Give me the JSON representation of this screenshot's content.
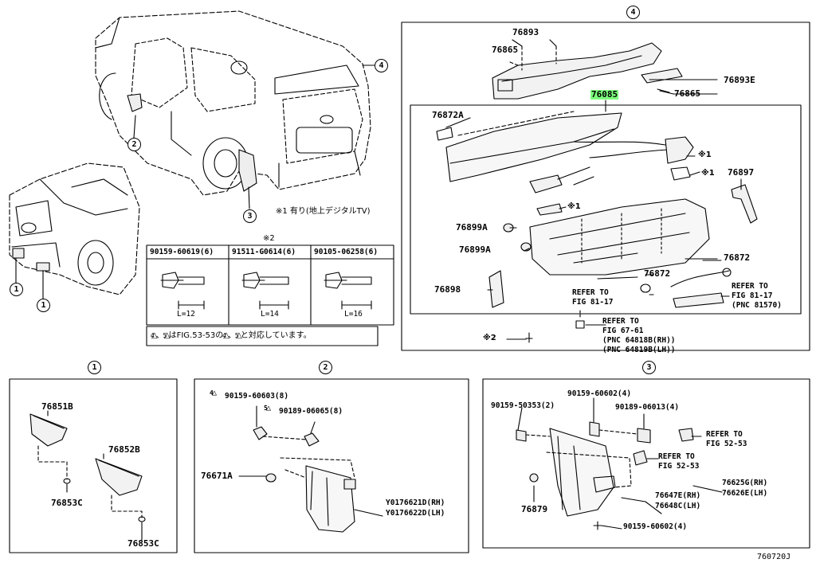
{
  "diagram_id": "760720J",
  "section_marks": {
    "s1": "1",
    "s2": "2",
    "s3": "3",
    "s4": "4"
  },
  "note_x1": "※1 有り(地上デジタルTV)",
  "note_x2": "※2",
  "note_compat": "4、5はFIG.53-53の4、5と対応しています。",
  "note_compat_parts": {
    "a": "4",
    "b": "5",
    "mid": "はFIG.53-53の",
    "c": "4",
    "d": "5",
    "tail": "と対応しています。",
    "sep": "、"
  },
  "bolt_table": {
    "headers": [
      "90159-60619(6)",
      "91511-G0614(6)",
      "90105-06258(6)"
    ],
    "lengths": [
      "L=12",
      "L=14",
      "L=16"
    ]
  },
  "panel4": {
    "labels": {
      "p76893": "76893",
      "p76865a": "76865",
      "p76893E": "76893E",
      "p76865b": "76865",
      "p76085": "76085",
      "p76872A": "76872A",
      "x1a": "※1",
      "x1b": "※1",
      "x1c": "※1",
      "p76897": "76897",
      "p76899Aa": "76899A",
      "p76899Ab": "76899A",
      "p76872a": "76872",
      "p76872b": "76872",
      "p76898": "76898",
      "x2": "※2"
    },
    "refs": [
      {
        "line1": "REFER TO",
        "line2": "FIG 81-17"
      },
      {
        "line1": "REFER TO",
        "line2": "FIG 81-17",
        "line3": "(PNC 81570)"
      },
      {
        "line1": "REFER TO",
        "line2": "FIG 67-61",
        "line3": "(PNC 64818B(RH))",
        "line4": "(PNC 64819B(LH))"
      }
    ]
  },
  "panel1": {
    "labels": [
      "76851B",
      "76852B",
      "76853C",
      "76853C"
    ]
  },
  "panel2": {
    "labels": {
      "t4": "4",
      "t5": "5",
      "p90159": "90159-60603(8)",
      "p90189": "90189-06065(8)",
      "p76671A": "76671A",
      "pY1": "Y0176621D(RH)",
      "pY2": "Y0176622D(LH)"
    }
  },
  "panel3": {
    "labels": {
      "p90159a": "90159-50353(2)",
      "p90159b": "90159-60602(4)",
      "p90189": "90189-06013(4)",
      "p76879": "76879",
      "p76625G": "76625G(RH)",
      "p76626E": "76626E(LH)",
      "p76647E": "76647E(RH)",
      "p76648C": "76648C(LH)",
      "p90159c": "90159-60602(4)"
    },
    "refs": [
      {
        "line1": "REFER TO",
        "line2": "FIG 52-53"
      },
      {
        "line1": "REFER TO",
        "line2": "FIG 52-53"
      }
    ]
  }
}
